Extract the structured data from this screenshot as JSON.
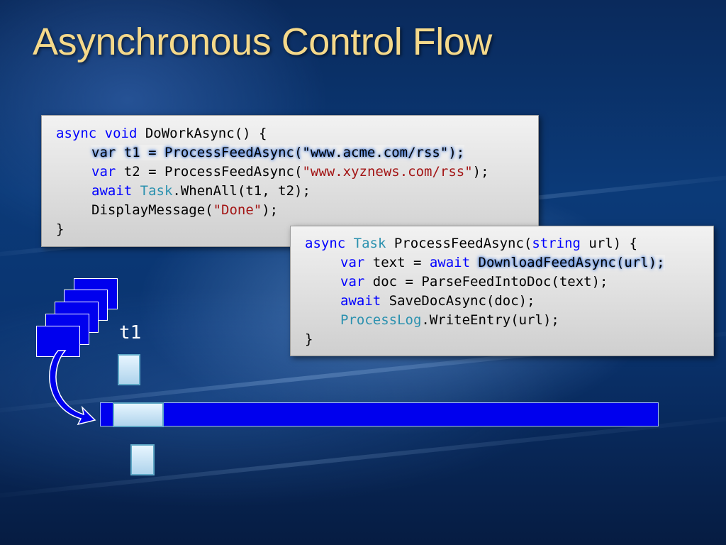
{
  "slide": {
    "title": "Asynchronous Control Flow"
  },
  "code_main": {
    "lines": [
      [
        "async",
        " ",
        "void",
        " DoWorkAsync() {"
      ],
      [
        "var t1 = ProcessFeedAsync(\"www.acme.com/rss\");"
      ],
      [
        "var",
        " t2 = ProcessFeedAsync(",
        "\"www.xyznews.com/rss\"",
        ");"
      ],
      [
        "await",
        " ",
        "Task",
        ".WhenAll(t1, t2);"
      ],
      [
        "DisplayMessage(",
        "\"Done\"",
        ");"
      ],
      [
        "}"
      ]
    ]
  },
  "code_process": {
    "lines": [
      [
        "async",
        " ",
        "Task",
        " ProcessFeedAsync(",
        "string",
        " url) {"
      ],
      [
        "var",
        " text = ",
        "await",
        " ",
        "DownloadFeedAsync(url);"
      ],
      [
        "var",
        " doc = ParseFeedIntoDoc(text);"
      ],
      [
        "await",
        " SaveDocAsync(doc);"
      ],
      [
        "ProcessLog",
        ".WriteEntry(url);"
      ],
      [
        "}"
      ]
    ]
  },
  "diagram": {
    "task_label": "t1",
    "colors": {
      "queue_blue": "#0000ee",
      "pale_block": "#aed3ec",
      "keyword": "#0000ff",
      "type": "#2b91af",
      "string": "#a31515",
      "title": "#f5d98a"
    }
  }
}
